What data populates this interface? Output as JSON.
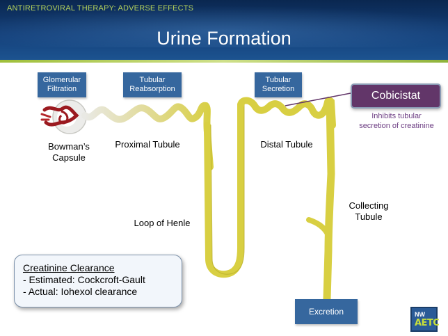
{
  "header": {
    "kicker": "ANTIRETROVIRAL THERAPY: ADVERSE EFFECTS",
    "title": "Urine Formation"
  },
  "stages": {
    "glomerular": [
      "Glomerular",
      "Filtration"
    ],
    "reabsorption": [
      "Tubular",
      "Reabsorption"
    ],
    "secretion": [
      "Tubular",
      "Secretion"
    ],
    "excretion": "Excretion"
  },
  "labels": {
    "bowmans": [
      "Bowman’s",
      "Capsule"
    ],
    "proximal": "Proximal Tubule",
    "distal": "Distal Tubule",
    "loop": "Loop of Henle",
    "collecting": [
      "Collecting",
      "Tubule"
    ]
  },
  "cobicistat": {
    "name": "Cobicistat",
    "note": [
      "Inhibits tubular",
      "secretion of creatinine"
    ]
  },
  "creatinine": {
    "heading": "Creatinine Clearance",
    "items": [
      "- Estimated: Cockcroft-Gault",
      "- Actual: Iohexol clearance"
    ]
  },
  "logo": {
    "top": "NW",
    "bottom": "AETC"
  },
  "colors": {
    "header": "#14407a",
    "stage_box": "#36679e",
    "tubule": "#d8d04a",
    "cobicistat": "#623669",
    "note": "#6c3d82",
    "kicker": "#b6d35c"
  }
}
